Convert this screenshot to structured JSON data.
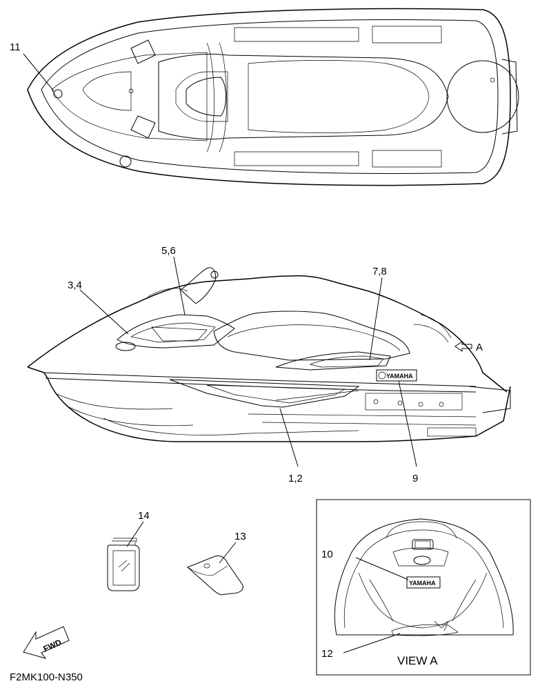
{
  "callouts": {
    "c1_2": "1,2",
    "c3_4": "3,4",
    "c5_6": "5,6",
    "c7_8": "7,8",
    "c9": "9",
    "c10": "10",
    "c11": "11",
    "c12": "12",
    "c13": "13",
    "c14": "14"
  },
  "view_arrow_label": "A",
  "view_box_title": "VIEW A",
  "fwd_label": "FWD",
  "drawing_code": "F2MK100-N350",
  "decal_text": "YAMAHA"
}
